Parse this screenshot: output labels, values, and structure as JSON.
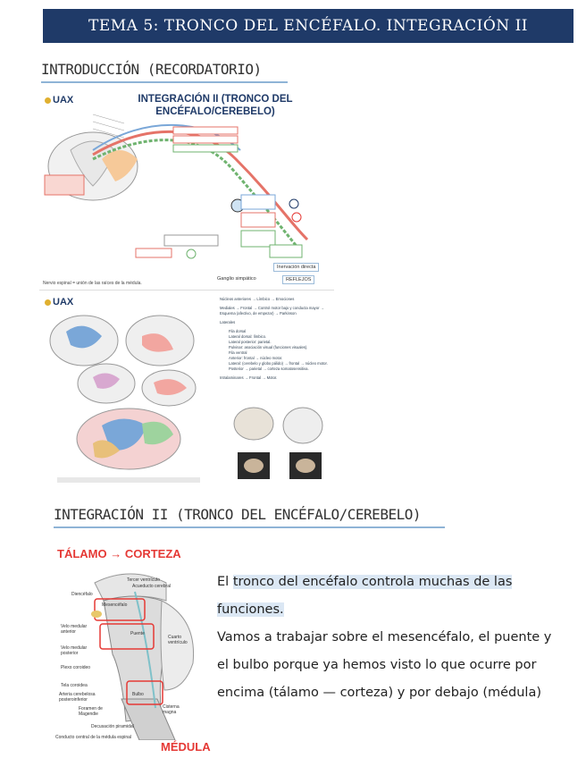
{
  "header": {
    "title": "TEMA 5: TRONCO DEL ENCÉFALO. INTEGRACIÓN II"
  },
  "sections": {
    "intro": "INTRODUCCIÓN (RECORDATORIO)",
    "integration": "INTEGRACIÓN II (TRONCO DEL ENCÉFALO/CEREBELO)"
  },
  "slide1": {
    "logo": "UAX",
    "title_line1": "INTEGRACIÓN II (TRONCO DEL",
    "title_line2": "ENCÉFALO/CEREBELO)",
    "caption": "Nervio espinal = unión de las raíces de la médula.",
    "tags": [
      "Inervación directa",
      "REFLEJOS",
      "Ganglio simpático"
    ]
  },
  "slide2": {
    "logo": "UAX",
    "bullets": [
      {
        "text": "Núcleos anteriores → Límbico → Emociones",
        "sub": false
      },
      {
        "text": "Mediales → Frontal → Control motor bajo y conducta mayor → Esquema (afectivo, de empezar) → Parkinson",
        "sub": false
      },
      {
        "text": "Laterales",
        "sub": false
      },
      {
        "text": "Fila dorsal",
        "sub": true
      },
      {
        "text": "Lateral dorsal: límbico.",
        "sub": true
      },
      {
        "text": "Lateral posterior: parietal.",
        "sub": true
      },
      {
        "text": "Pulvinar: asociación visual (funciones visuales).",
        "sub": true
      },
      {
        "text": "Fila ventral",
        "sub": true
      },
      {
        "text": "Anterior: frontal → núcleo motor.",
        "sub": true
      },
      {
        "text": "Lateral: (cerebelo y globo pálido) → frontal → núcleo motor.",
        "sub": true
      },
      {
        "text": "Posterior → parietal → corteza somatosensitiva.",
        "sub": true
      },
      {
        "text": "Intralaminares → Frontal → Motor.",
        "sub": false
      }
    ]
  },
  "diagram": {
    "top_label": "TÁLAMO → CORTEZA",
    "bottom_label": "MÉDULA",
    "labels": [
      "Tercer ventrículo",
      "Acueducto cerebral",
      "Diencéfalo",
      "Mesencéfalo",
      "Velo medular anterior",
      "Puente",
      "Cuarto ventrículo",
      "Velo medular posterior",
      "Plexo coroideo",
      "Tela coroidea",
      "Bulbo",
      "Arteria cerebelosa posteroinferior",
      "Foramen de Magendie",
      "Cisterna magna",
      "Decusación piramidal",
      "Conducto central de la médula espinal"
    ]
  },
  "body": {
    "line1_pre": "El ",
    "line1_hl": "tronco del encéfalo controla muchas de las",
    "line2_hl": "funciones.",
    "para2": "Vamos a trabajar sobre el mesencéfalo, el puente y el bulbo porque ya hemos visto lo que ocurre por encima (tálamo — corteza) y por debajo (médula)"
  },
  "colors": {
    "banner": "#1f3a68",
    "accent_red": "#e53935",
    "underline": "#8fb4d6",
    "highlight": "#dbe7f4"
  }
}
